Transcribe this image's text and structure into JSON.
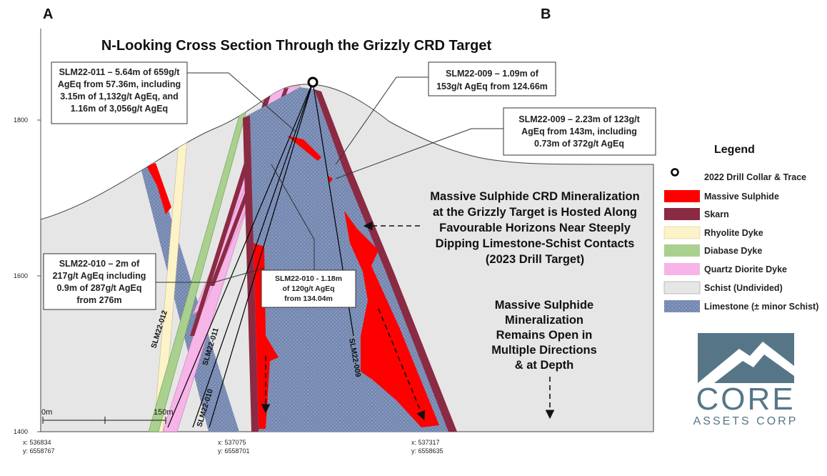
{
  "panel_labels": {
    "left": "A",
    "right": "B"
  },
  "title": "N-Looking Cross Section Through the Grizzly CRD Target",
  "elevation_ticks": [
    "1800",
    "1600",
    "1400"
  ],
  "coordinates": [
    {
      "x": "x: 536834",
      "y": "y: 6558767"
    },
    {
      "x": "x: 537075",
      "y": "y: 6558701"
    },
    {
      "x": "x: 537317",
      "y": "y: 6558635"
    }
  ],
  "scale_bar": {
    "start": "0m",
    "end": "150m"
  },
  "callouts": {
    "slm22_011": [
      "SLM22-011 – 5.64m of 659g/t",
      "AgEq from 57.36m, including",
      "3.15m of 1,132g/t AgEq, and",
      "1.16m of 3,056g/t AgEq"
    ],
    "slm22_009_a": [
      "SLM22-009 – 1.09m of",
      "153g/t AgEq from 124.66m"
    ],
    "slm22_009_b": [
      "SLM22-009 – 2.23m of 123g/t",
      "AgEq from 143m, including",
      "0.73m of 372g/t AgEq"
    ],
    "slm22_010_a": [
      "SLM22-010 – 2m of",
      "217g/t AgEq including",
      "0.9m of 287g/t AgEq",
      "from 276m"
    ],
    "slm22_010_b": [
      "SLM22-010 - 1.18m",
      "of 120g/t AgEq",
      "from 134.04m"
    ]
  },
  "drill_holes": [
    "SLM22-012",
    "SLM22-011",
    "SLM22-010",
    "SLM22-009"
  ],
  "annotations": {
    "crd": [
      "Massive Sulphide CRD Mineralization",
      "at the Grizzly Target is Hosted Along",
      "Favourable Horizons Near Steeply",
      "Dipping Limestone-Schist Contacts",
      "(2023 Drill Target)"
    ],
    "open": [
      "Massive Sulphide",
      "Mineralization",
      "Remains Open in",
      "Multiple Directions",
      "& at Depth"
    ]
  },
  "legend": {
    "title": "Legend",
    "items": [
      {
        "label": "2022 Drill Collar & Trace",
        "color": "#000000",
        "symbol": "collar-icon"
      },
      {
        "label": "Massive Sulphide",
        "color": "#ff0000"
      },
      {
        "label": "Skarn",
        "color": "#8b2a43"
      },
      {
        "label": "Rhyolite Dyke",
        "color": "#fdf3c8"
      },
      {
        "label": "Diabase Dyke",
        "color": "#a9d08e"
      },
      {
        "label": "Quartz Diorite Dyke",
        "color": "#f6b4e8"
      },
      {
        "label": "Schist (Undivided)",
        "color": "#e6e6e6"
      },
      {
        "label": "Limestone (± minor Schist)",
        "color": "#7487b0"
      }
    ]
  },
  "logo": {
    "name": "CORE",
    "sub": "ASSETS CORP",
    "color": "#567688"
  }
}
